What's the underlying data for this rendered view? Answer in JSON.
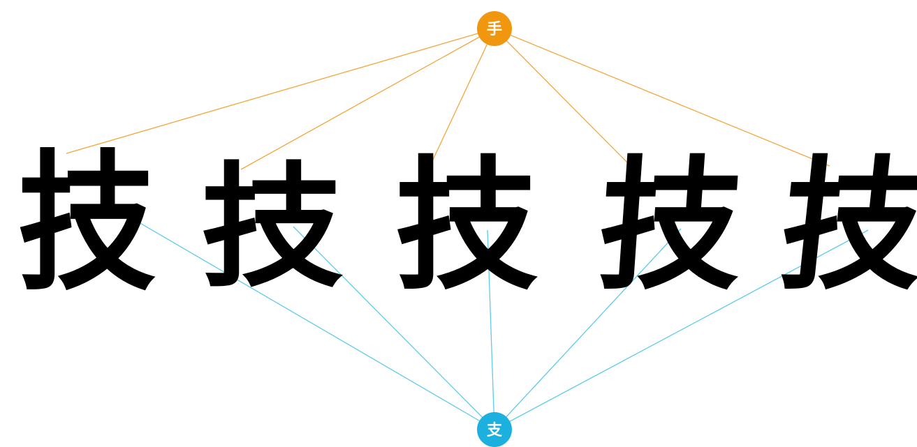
{
  "top_node": {
    "label": "手",
    "color": "#f0960f",
    "line_color": "#f3a63a"
  },
  "bottom_node": {
    "label": "支",
    "color": "#1cb0de",
    "line_color": "#5dcbe9"
  },
  "characters": [
    {
      "text": "技",
      "style": "seal"
    },
    {
      "text": "技",
      "style": "clerical"
    },
    {
      "text": "技",
      "style": "regular"
    },
    {
      "text": "技",
      "style": "semi-cursive"
    },
    {
      "text": "技",
      "style": "cursive"
    }
  ]
}
